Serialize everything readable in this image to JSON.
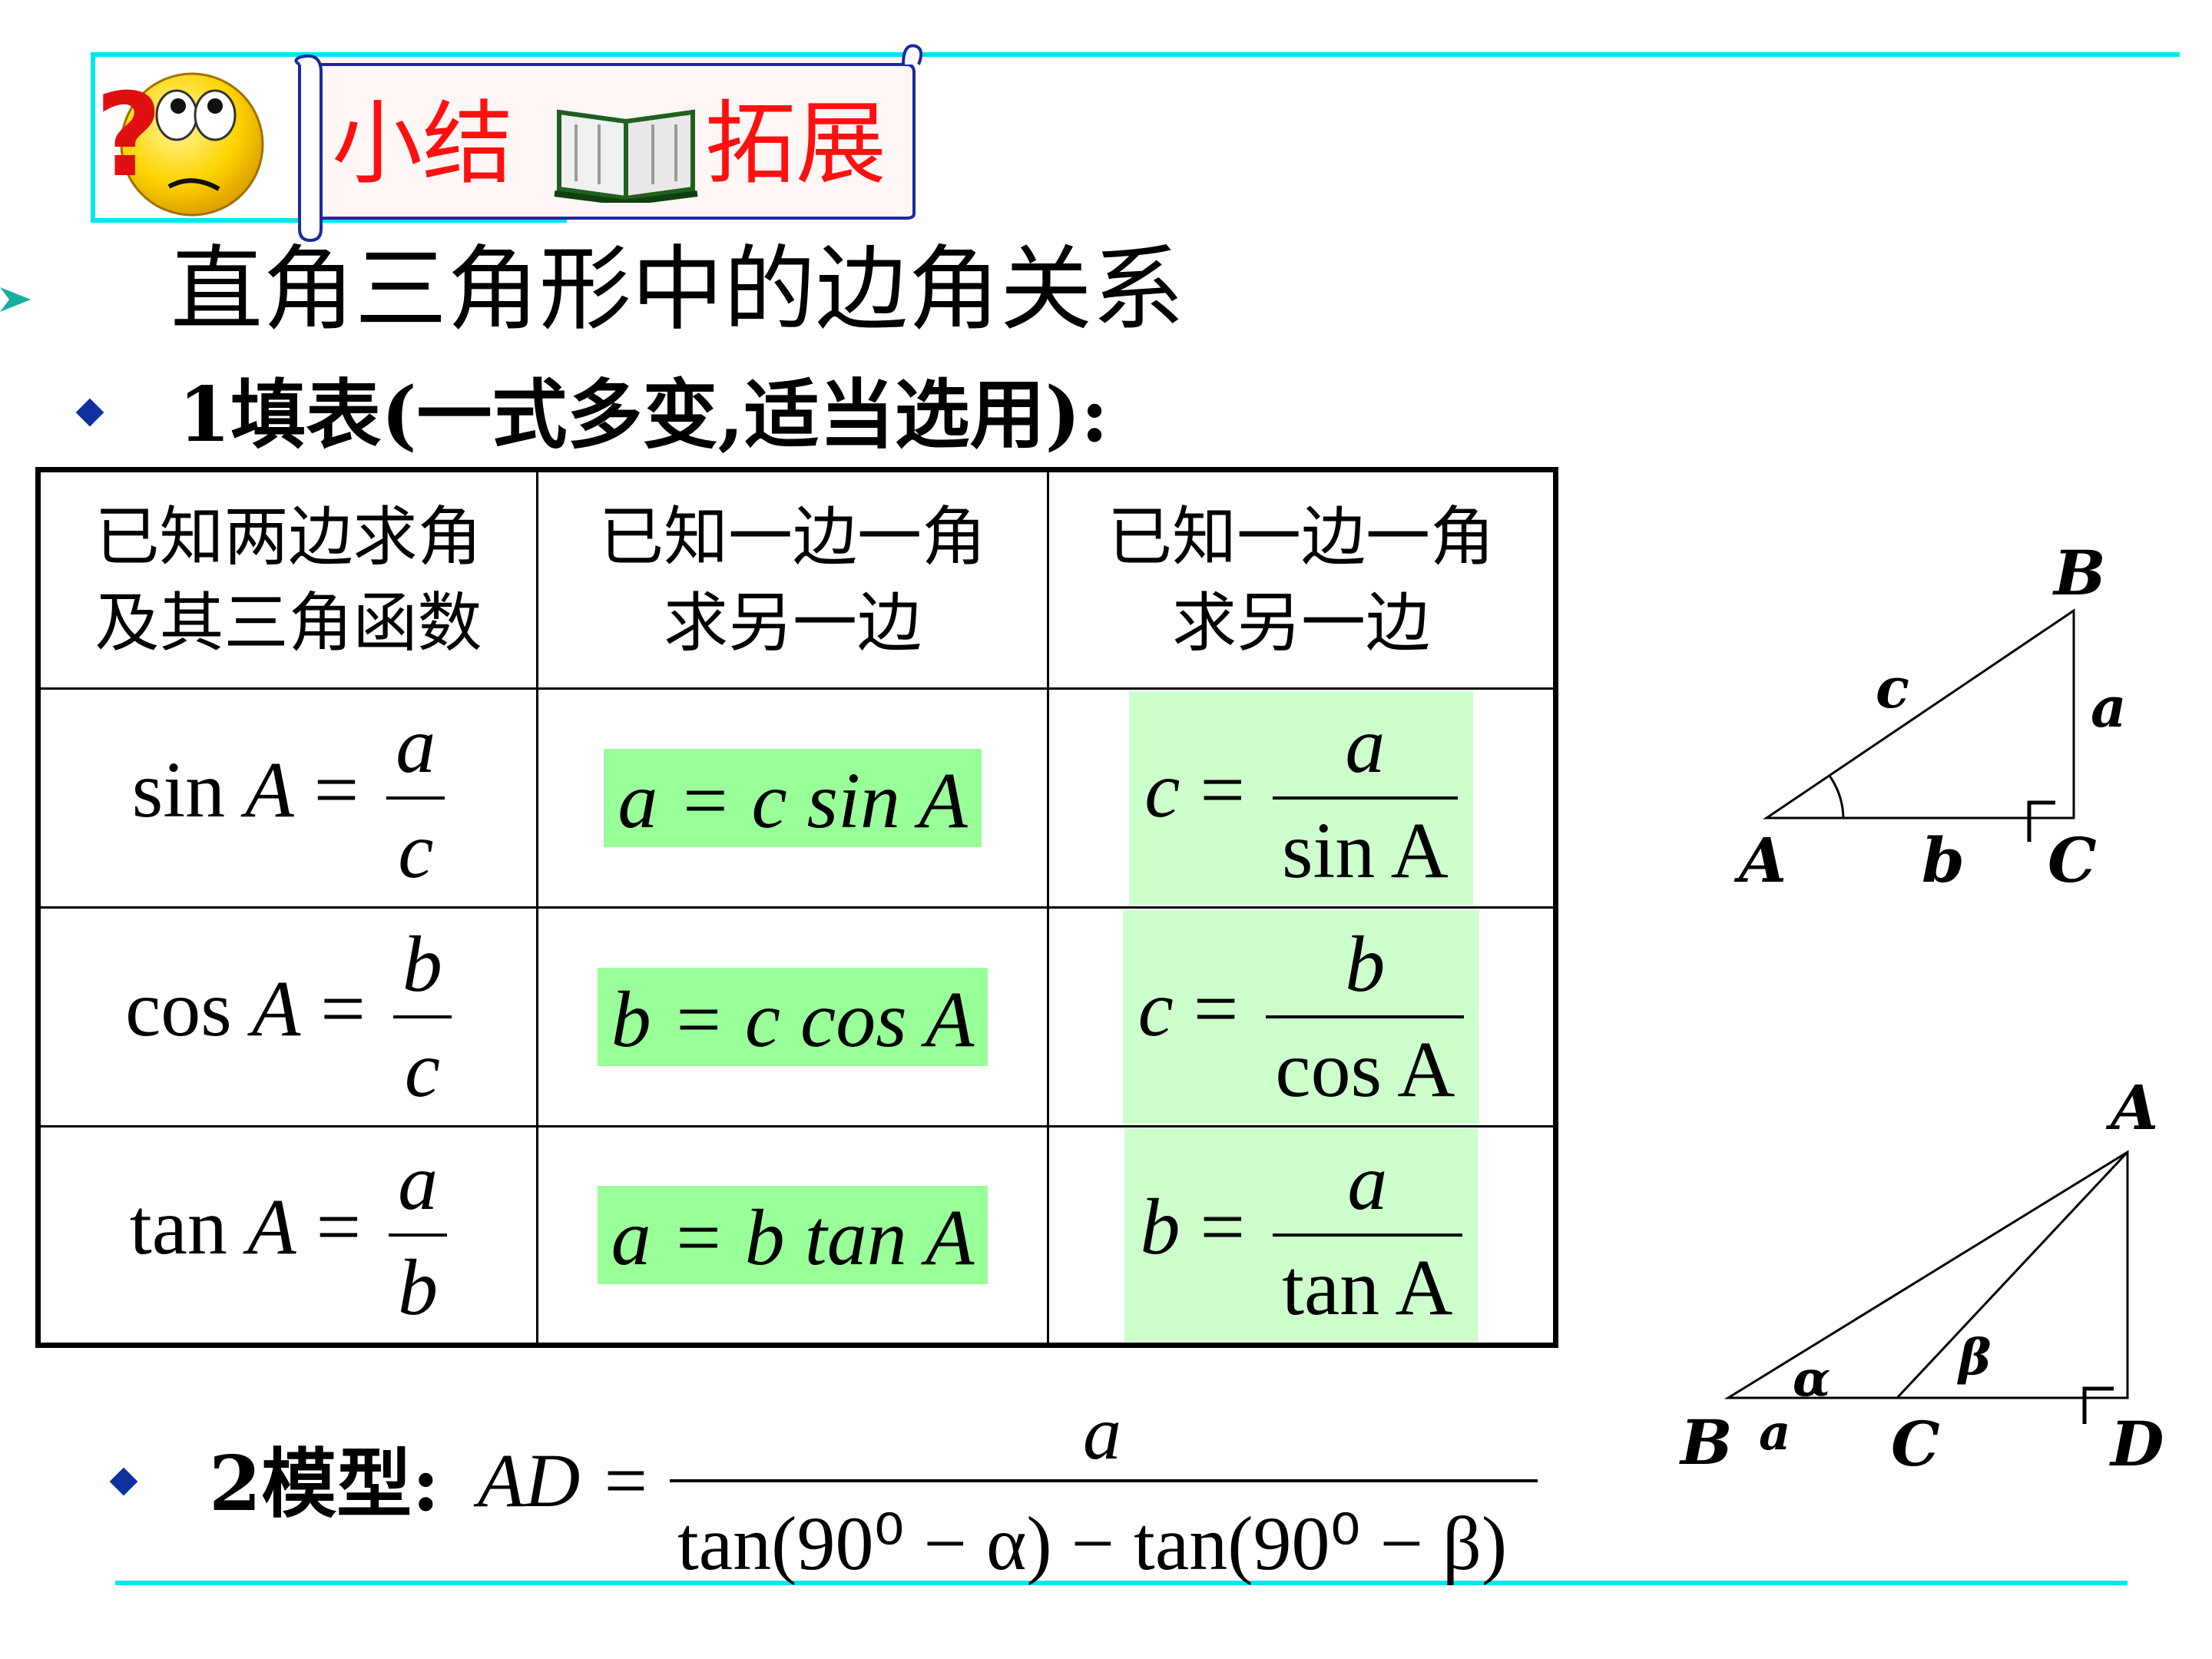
{
  "banner": {
    "text_left": "小结",
    "text_right": "拓展"
  },
  "heading": "直角三角形中的边角关系",
  "section1": {
    "label": "1填表(一式多变,适当选用):"
  },
  "table": {
    "headers": [
      {
        "line1": "已知两边求角",
        "line2": "及其三角函数"
      },
      {
        "line1": "已知一边一角",
        "line2": "求另一边"
      },
      {
        "line1": "已知一边一角",
        "line2": "求另一边"
      }
    ],
    "rows": [
      {
        "col1": {
          "lhs": "sin",
          "var": "A",
          "eq": "=",
          "num": "a",
          "den": "c"
        },
        "col2": {
          "text": "a = c sin A"
        },
        "col3": {
          "lhs": "c",
          "eq": "=",
          "num": "a",
          "den": "sin A"
        }
      },
      {
        "col1": {
          "lhs": "cos",
          "var": "A",
          "eq": "=",
          "num": "b",
          "den": "c"
        },
        "col2": {
          "text": "b = c cos A"
        },
        "col3": {
          "lhs": "c",
          "eq": "=",
          "num": "b",
          "den": "cos A"
        }
      },
      {
        "col1": {
          "lhs": "tan",
          "var": "A",
          "eq": "=",
          "num": "a",
          "den": "b"
        },
        "col2": {
          "text": "a = b tan A"
        },
        "col3": {
          "lhs": "b",
          "eq": "=",
          "num": "a",
          "den": "tan A"
        }
      }
    ]
  },
  "section2": {
    "label": "2模型:",
    "lhs": "AD =",
    "numerator": "a",
    "denominator": "tan(90⁰ − α) − tan(90⁰ − β)"
  },
  "triangle1": {
    "labels": {
      "A": "A",
      "B": "B",
      "C": "C",
      "a": "a",
      "b": "b",
      "c": "c"
    }
  },
  "triangle2": {
    "labels": {
      "A": "A",
      "B": "B",
      "C": "C",
      "D": "D",
      "a": "a",
      "alpha": "α",
      "beta": "β"
    }
  },
  "colors": {
    "highlight_dark": "#99ff99",
    "highlight_light": "#ccffcc",
    "rule": "#00e5ee",
    "banner_text": "#ff1010"
  }
}
